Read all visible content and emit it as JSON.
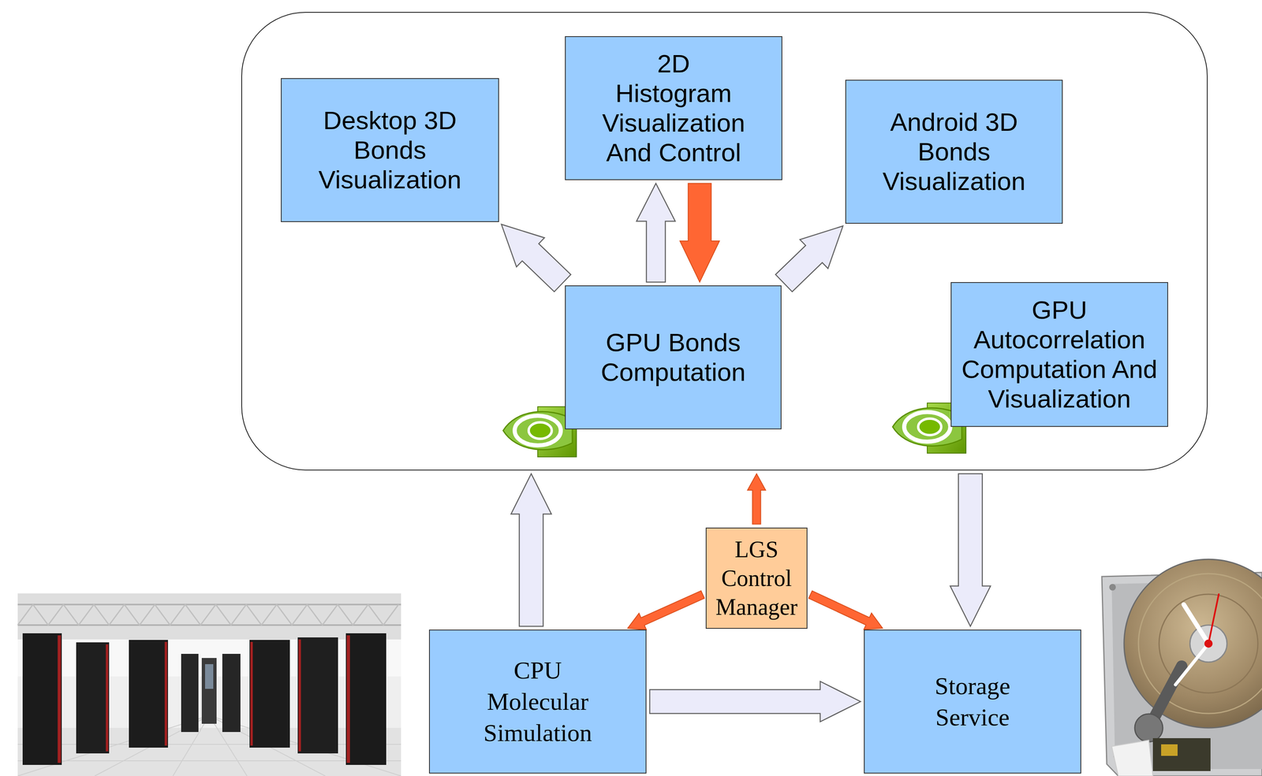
{
  "diagram": {
    "nodes": [
      {
        "text": []
      },
      {
        "text": [
          "Desktop 3D Bonds Visualization"
        ],
        "in": 0
      },
      {
        "text": [
          "2D Histogram Visualization And Control"
        ],
        "in": 0
      },
      {
        "text": [
          "Android 3D Bonds Visualization"
        ],
        "in": 0
      },
      {
        "text": [
          "GPU Bonds Computation"
        ],
        "in": 0
      },
      {
        "text": [
          "GPU Autocorrelation Computation And Visualization"
        ],
        "in": 0
      },
      {
        "text": [
          "LGS Control Manager"
        ]
      },
      {
        "text": [
          "CPU Molecular Simulation"
        ]
      },
      {
        "text": [
          "Storage Service"
        ]
      }
    ],
    "edges": [
      {
        "from": 4,
        "to": 1,
        "arrow": "to"
      },
      {
        "from": 4,
        "to": 2,
        "arrow": "to"
      },
      {
        "from": 2,
        "to": 4,
        "arrow": "to"
      },
      {
        "from": 4,
        "to": 3,
        "arrow": "to"
      },
      {
        "from": 7,
        "to": 0,
        "arrow": "to"
      },
      {
        "from": 6,
        "to": 0,
        "arrow": "to"
      },
      {
        "from": 6,
        "to": 7,
        "arrow": "to"
      },
      {
        "from": 6,
        "to": 8,
        "arrow": "to"
      },
      {
        "from": 7,
        "to": 8,
        "arrow": "to"
      },
      {
        "from": 0,
        "to": 8,
        "arrow": "to"
      }
    ]
  }
}
